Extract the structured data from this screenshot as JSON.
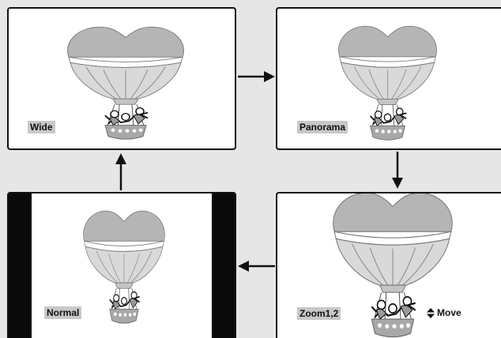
{
  "panels": {
    "wide": {
      "label": "Wide"
    },
    "panorama": {
      "label": "Panorama"
    },
    "normal": {
      "label": "Normal"
    },
    "zoom": {
      "label": "Zoom1,2",
      "move_hint": "Move",
      "move_icon": "up-down-triangle-icon"
    }
  },
  "sequence": [
    "Wide",
    "Panorama",
    "Zoom1,2",
    "Normal"
  ],
  "colors": {
    "background": "#e6e6e6",
    "panel_border": "#111111",
    "label_bg": "#c8c8c8",
    "balloon_envelope": "#b5b5b5",
    "balloon_stripes": "#d9d9d9",
    "pillarbox_bars": "#0a0a0a"
  }
}
